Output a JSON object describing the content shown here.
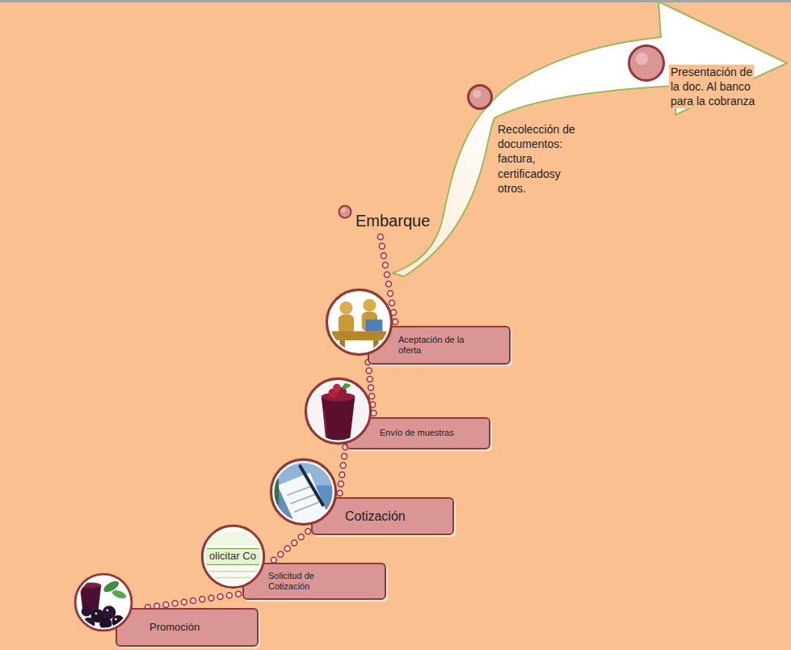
{
  "diagram": {
    "nodes": [
      {
        "text": [
          "Promoción"
        ]
      },
      {
        "text": [
          "Solicitud de Cotización"
        ]
      },
      {
        "text": [
          "Cotización"
        ]
      },
      {
        "text": [
          "Envío de muestras"
        ]
      },
      {
        "text": [
          "Aceptación de la oferta"
        ]
      },
      {
        "text": [
          "Embarque"
        ]
      },
      {
        "text": [
          "Recolección de documentos: factura, certificadosy otros."
        ]
      },
      {
        "text": [
          "Presentación de la doc. Al banco para la cobranza"
        ]
      }
    ],
    "edges": [
      {
        "from": 0,
        "to": 1,
        "arrow": "none"
      },
      {
        "from": 1,
        "to": 2,
        "arrow": "none"
      },
      {
        "from": 2,
        "to": 3,
        "arrow": "none"
      },
      {
        "from": 3,
        "to": 4,
        "arrow": "none"
      },
      {
        "from": 4,
        "to": 5,
        "arrow": "none"
      }
    ],
    "labels": [
      "olicitar Co"
    ]
  }
}
